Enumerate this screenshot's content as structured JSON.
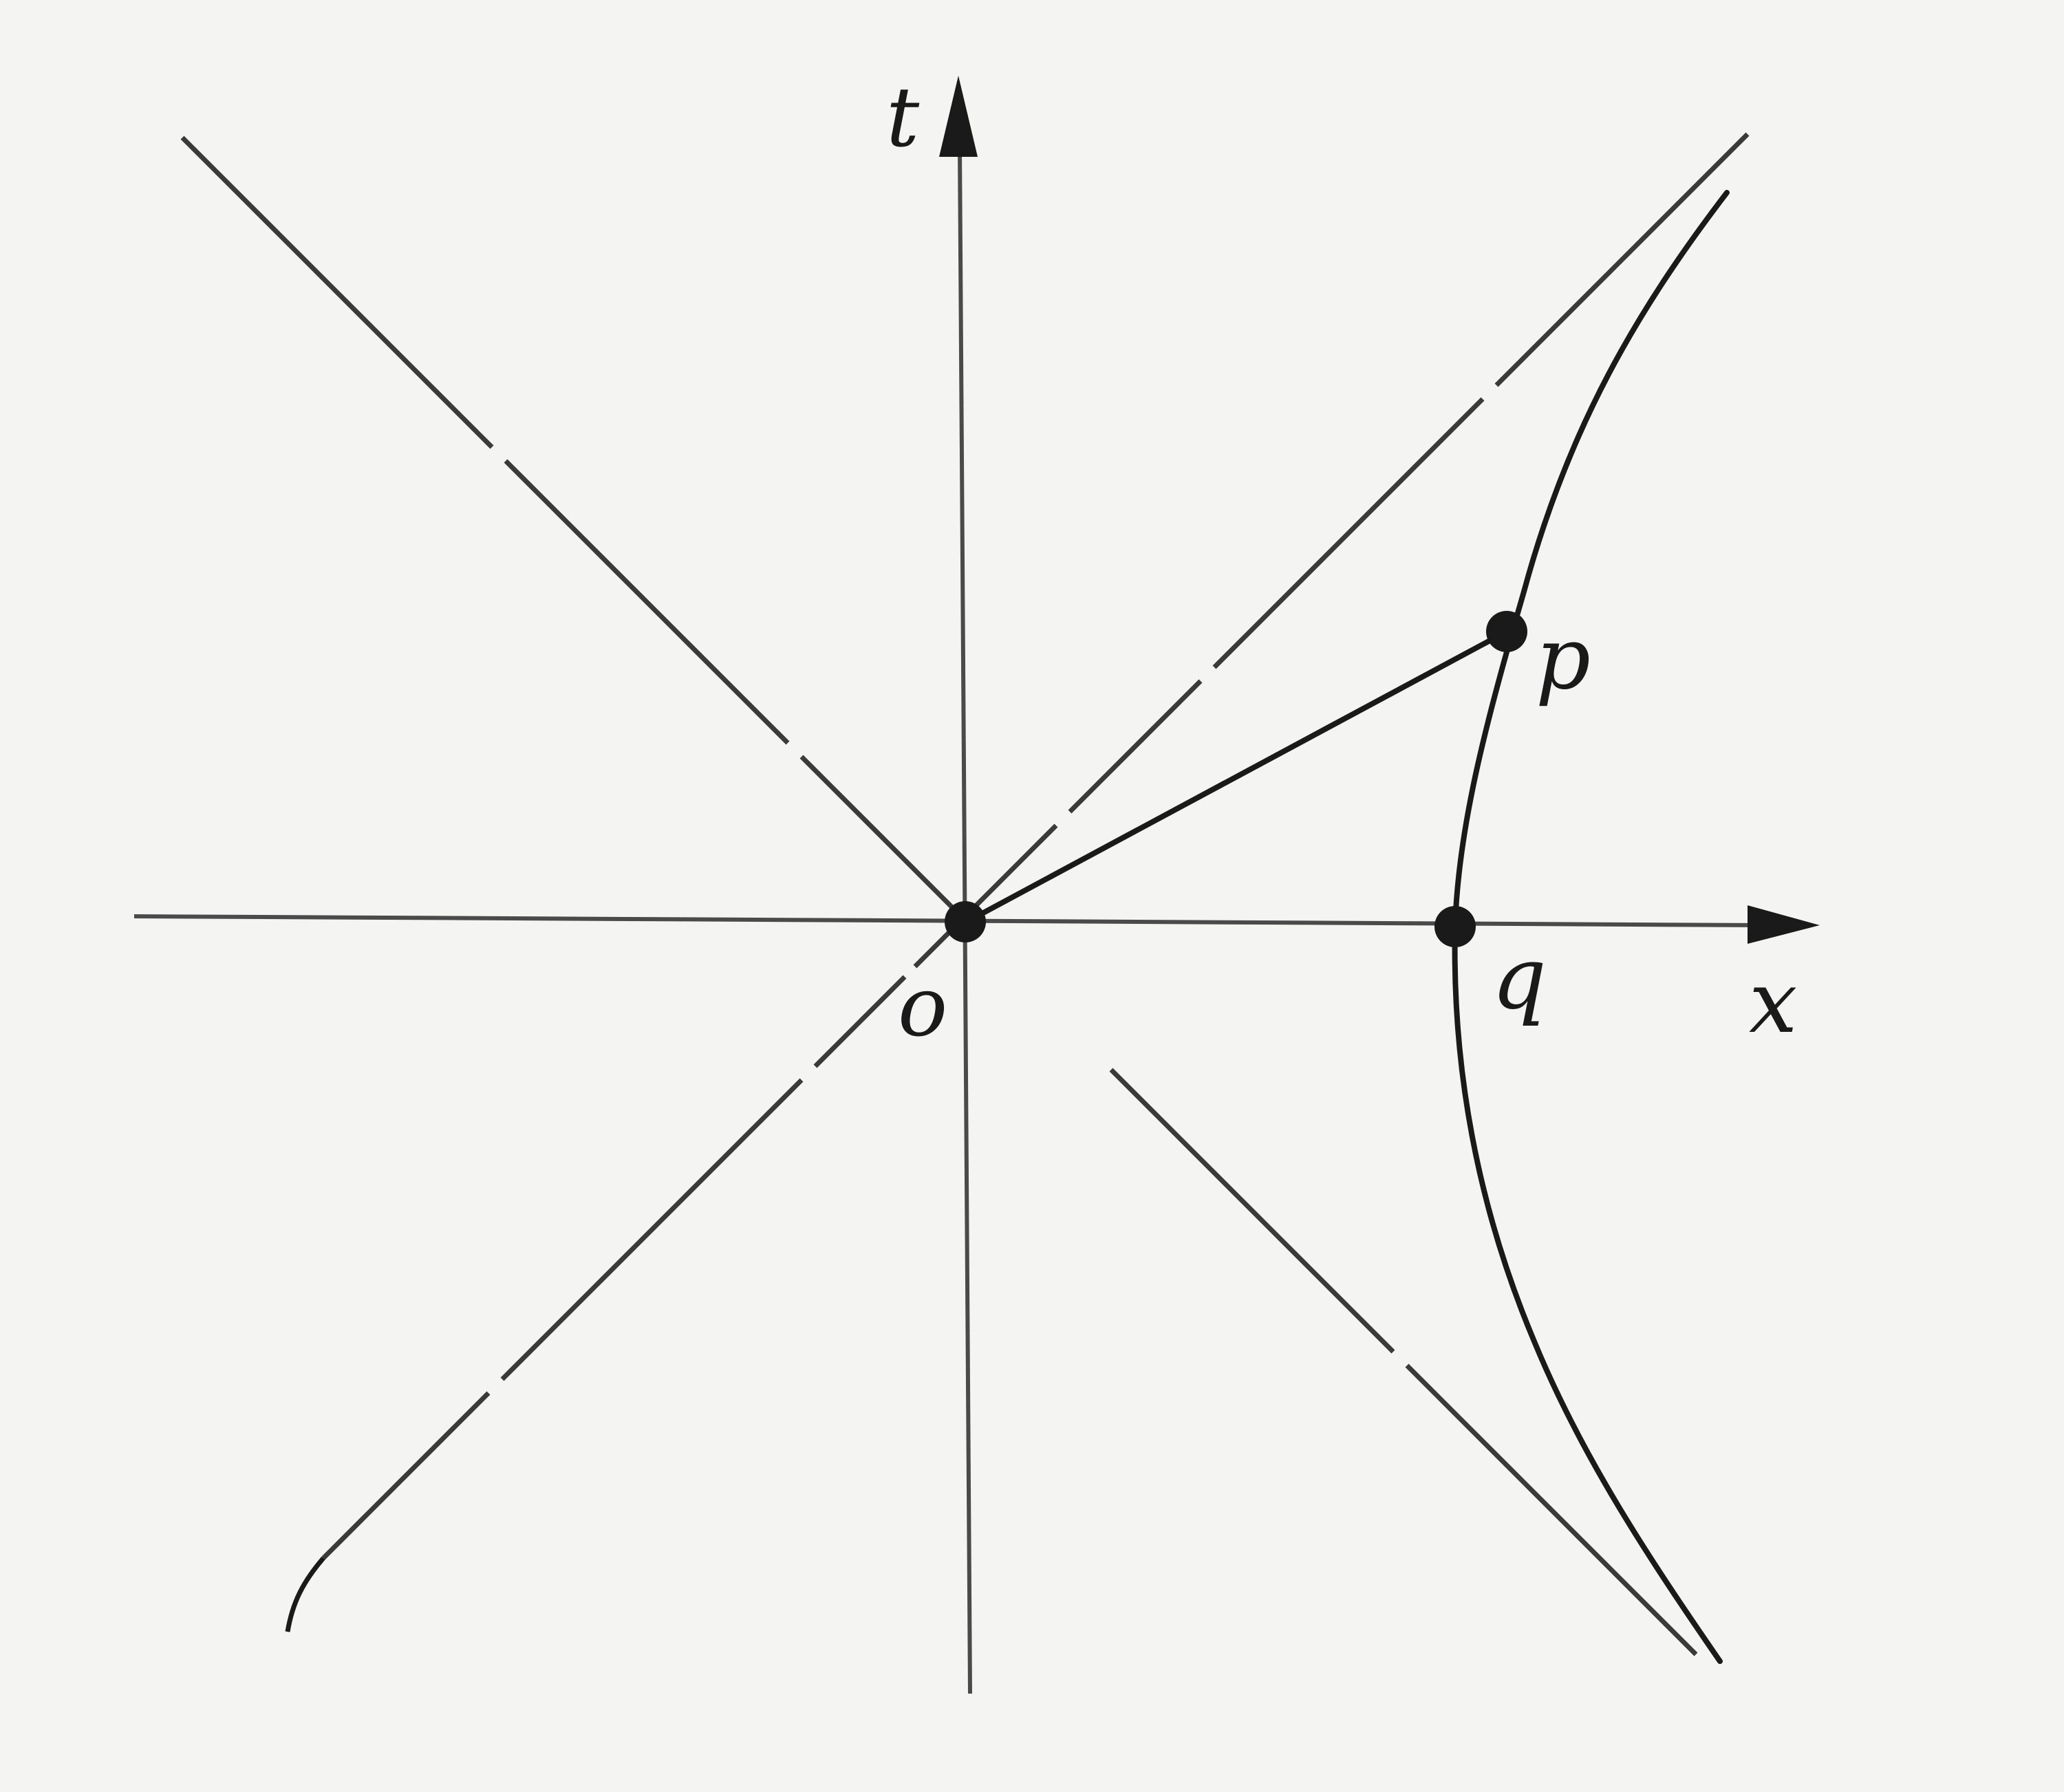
{
  "diagram": {
    "axes": {
      "t_label": "t",
      "x_label": "x"
    },
    "points": {
      "origin_label": "o",
      "p_label": "p",
      "q_label": "q"
    },
    "colors": {
      "background": "#f4f4f2",
      "ink": "#1a1a1a",
      "axis": "#4a4a4a",
      "light_cone": "#3a3a3a"
    }
  }
}
